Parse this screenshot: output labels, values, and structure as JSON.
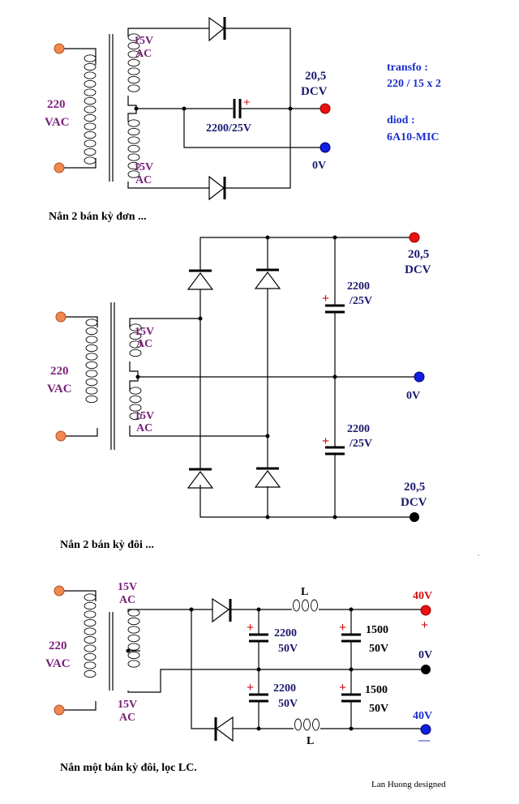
{
  "colors": {
    "input_terminal": "#f08850",
    "positive_terminal": "#e81010",
    "ground_terminal": "#1020e0",
    "negative_terminal_black": "#000000",
    "secondary_label": "#7a1f7a",
    "value_label": "#1a1a6e",
    "note_text": "#1c2fd0",
    "plus_sign": "#d01010"
  },
  "circuit1": {
    "title": "Nắn 2 bán kỳ đơn ...",
    "primary": {
      "line1": "220",
      "line2": "VAC"
    },
    "secondary_top": {
      "line1": "15V",
      "line2": "AC"
    },
    "secondary_bottom": {
      "line1": "15V",
      "line2": "AC"
    },
    "capacitor": {
      "label": "2200/25V",
      "plus": "+"
    },
    "output_pos": {
      "line1": "20,5",
      "line2": "DCV"
    },
    "output_gnd": "0V"
  },
  "notes": {
    "transfo_label": "transfo :",
    "transfo_value": "220 / 15 x 2",
    "diode_label": "diod :",
    "diode_value": "6A10-MIC"
  },
  "circuit2": {
    "title": "Nắn 2 bán kỳ đôi ...",
    "primary": {
      "line1": "220",
      "line2": "VAC"
    },
    "secondary_top": {
      "line1": "15V",
      "line2": "AC"
    },
    "secondary_bottom": {
      "line1": "15V",
      "line2": "AC"
    },
    "cap_top": {
      "line1": "2200",
      "line2": "/25V",
      "plus": "+"
    },
    "cap_bottom": {
      "line1": "2200",
      "line2": "/25V",
      "plus": "+"
    },
    "output_pos": {
      "line1": "20,5",
      "line2": "DCV"
    },
    "output_gnd": "0V",
    "output_neg": {
      "line1": "20,5",
      "line2": "DCV"
    }
  },
  "circuit3": {
    "title": "Nắn một bán kỳ đôi, lọc LC.",
    "primary": {
      "line1": "220",
      "line2": "VAC"
    },
    "secondary_top": {
      "line1": "15V",
      "line2": "AC"
    },
    "secondary_bottom": {
      "line1": "15V",
      "line2": "AC"
    },
    "inductor_top": "L",
    "inductor_bottom": "L",
    "cap1_top": {
      "line1": "2200",
      "line2": "50V",
      "plus": "+"
    },
    "cap1_bottom": {
      "line1": "2200",
      "line2": "50V",
      "plus": "+"
    },
    "cap2_top": {
      "line1": "1500",
      "line2": "50V",
      "plus": "+"
    },
    "cap2_bottom": {
      "line1": "1500",
      "line2": "50V",
      "plus": "+"
    },
    "output_pos": {
      "label": "40V",
      "sign": "+"
    },
    "output_gnd": "0V",
    "output_neg": {
      "label": "40V",
      "sign": "—"
    }
  },
  "credit": "Lan Huong designed"
}
